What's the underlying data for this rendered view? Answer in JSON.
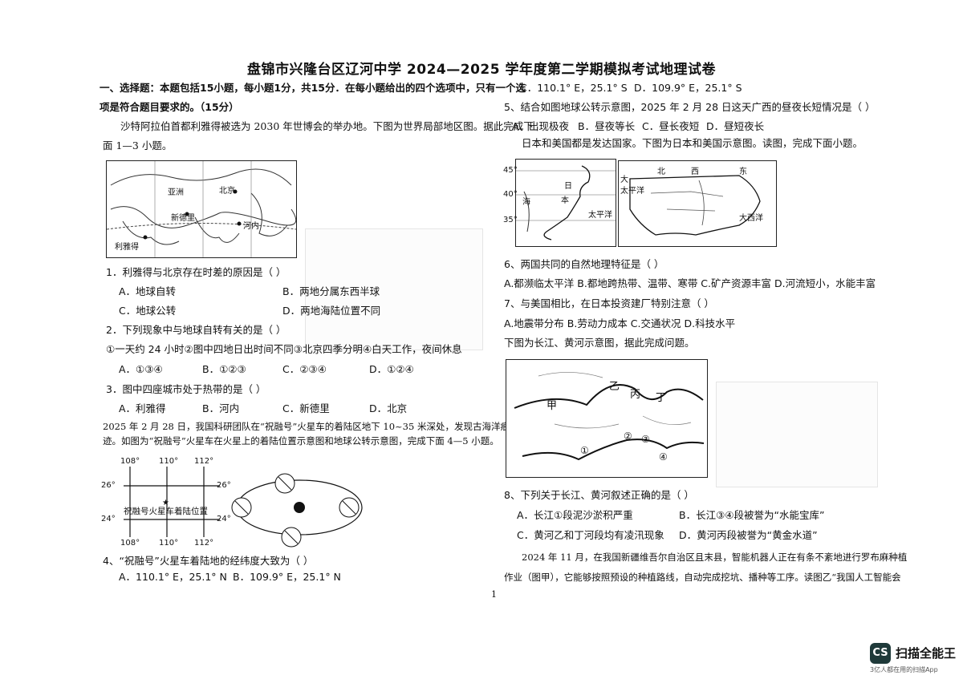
{
  "title": "盘锦市兴隆台区辽河中学 2024—2025 学年度第二学期模拟考试地理试卷",
  "section1": {
    "heading": "一、选择题：本题包括15小题，每小题1分，共15分．在每小题给出的四个选项中，只有一个选",
    "heading2": "项是符合题目要求的。（15分）"
  },
  "intro1": {
    "line1": "沙特阿拉伯首都利雅得被选为 2030 年世博会的举办地。下图为世界局部地区图。据此完成下",
    "line2": "面 1—3 小题。"
  },
  "map1_labels": {
    "asia": "亚洲",
    "beijing": "北京",
    "riyadh": "利雅得",
    "newdelhi": "新德里",
    "hanoi": "河内"
  },
  "q1": {
    "stem": "1．利雅得与北京存在时差的原因是（       ）",
    "A": "A．地球自转",
    "B": "B．两地分属东西半球",
    "C": "C．地球公转",
    "D": "D．两地海陆位置不同"
  },
  "q2": {
    "stem": "2．下列现象中与地球自转有关的是（       ）",
    "line": "①一天约 24 小时②图中四地日出时间不同③北京四季分明④白天工作，夜间休息",
    "A": "A．①③④",
    "B": "B．①②③",
    "C": "C．②③④",
    "D": "D．①②④"
  },
  "q3": {
    "stem": "3．图中四座城市处于热带的是（       ）",
    "A": "A．利雅得",
    "B": "B．河内",
    "C": "C．新德里",
    "D": "D．北京"
  },
  "intro2": {
    "line1": "2025 年 2 月 28 日，我国科研团队在“祝融号”火星车的着陆区地下 10~35 米深处，发现古海洋痕",
    "line2": "迹。如图为“祝融号”火星车在火星上的着陆位置示意图和地球公转示意图，完成下面 4—5 小题。"
  },
  "grid": {
    "top": [
      "108°",
      "110°",
      "112°"
    ],
    "bottom": [
      "108°",
      "110°",
      "112°"
    ],
    "left": [
      "26°",
      "24°"
    ],
    "right": [
      "26°",
      "24°"
    ],
    "label": "祝融号火星车着陆位置"
  },
  "q4": {
    "stem": "4、“祝融号”火星车着陆地的经纬度大致为（       ）",
    "A": "A．110.1° E，25.1° N",
    "B": "B．109.9° E，25.1° N",
    "C": "C．110.1° E，25.1° S",
    "D": "D．109.9° E，25.1° S"
  },
  "q5": {
    "stem": "5、结合如图地球公转示意图，2025 年 2 月 28 日这天广西的昼夜长短情况是（       ）",
    "A": "A．出现极夜",
    "B": "B．昼夜等长",
    "C": "C．昼长夜短",
    "D": "D．昼短夜长"
  },
  "intro3": "日本和美国都是发达国家。下图为日本和美国示意图。读图，完成下面小题。",
  "japan_labels": {
    "lat45": "45°",
    "lat40": "40°",
    "lat35": "35°",
    "country": "日",
    "country2": "本",
    "pacific": "太平洋",
    "sea": "海"
  },
  "usa_labels": {
    "pacific": "太平洋",
    "atlantic": "大西洋",
    "north": "北",
    "west": "西",
    "east": "东",
    "big": "大"
  },
  "q6": {
    "stem": "6、两国共同的自然地理特征是（       ）",
    "line": "A.都濒临太平洋 B.都地跨热带、温带、寒带 C.矿产资源丰富 D.河流短小，水能丰富"
  },
  "q7": {
    "stem": "7、与美国相比，在日本投资建厂特别注意（       ）",
    "line": "A.地震带分布 B.劳动力成本 C.交通状况 D.科技水平"
  },
  "intro4": "下图为长江、黄河示意图，据此完成问题。",
  "river_labels": {
    "jia": "甲",
    "yi": "乙",
    "bing": "丙",
    "ding": "丁",
    "c1": "①",
    "c2": "②",
    "c3": "③",
    "c4": "④"
  },
  "q8": {
    "stem": "8、下列关于长江、黄河叙述正确的是（       ）",
    "A": "A．长江①段泥沙淤积严重",
    "B": "B．长江③④段被誉为“水能宝库”",
    "C": "C．黄河乙和丁河段均有凌汛现象",
    "D": "D．黄河丙段被誉为“黄金水道”"
  },
  "intro5": {
    "line1": "2024 年 11 月，在我国新疆维吾尔自治区且末县，智能机器人正在有条不紊地进行罗布麻种植",
    "line2": "作业（图甲），它能够按照预设的种植路线，自动完成挖坑、播种等工序。读图乙“我国人工智能会"
  },
  "page_number": "1",
  "watermark": {
    "logo": "CS",
    "name": "扫描全能王",
    "tagline": "3亿人都在用的扫描App"
  },
  "colors": {
    "ink": "#111111",
    "logo_bg": "#1f3a3a"
  }
}
